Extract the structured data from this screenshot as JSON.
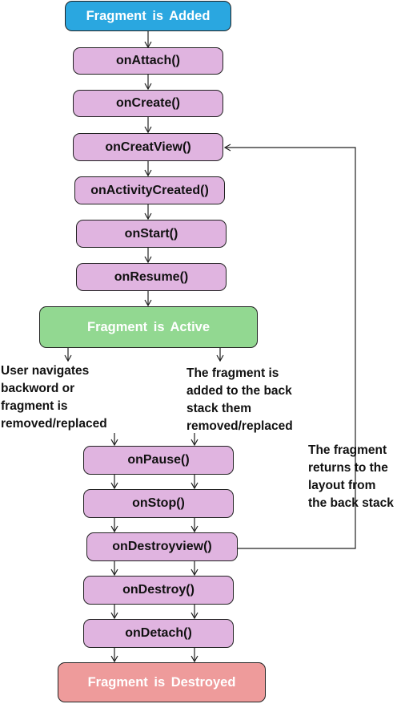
{
  "diagram": {
    "states": {
      "added": "Fragment  is Added",
      "active": "Fragment  is  Active",
      "destroyed": "Fragment  is  Destroyed"
    },
    "callbacks": {
      "on_attach": "onAttach()",
      "on_create": "onCreate()",
      "on_creat_view": "onCreatView()",
      "on_activity_created": "onActivityCreated()",
      "on_start": "onStart()",
      "on_resume": "onResume()",
      "on_pause": "onPause()",
      "on_stop": "onStop()",
      "on_destroy_view": "onDestroyview()",
      "on_destroy": "onDestroy()",
      "on_detach": "onDetach()"
    },
    "notes": {
      "user_navigates": "User navigates\nbackword or\nfragment is\nremoved/replaced",
      "added_to_back_stack": "The fragment is\nadded to the back\nstack them\nremoved/replaced",
      "returns_from_back_stack": "The fragment\nreturns to the\nlayout from\nthe back stack"
    },
    "colors": {
      "added": "#2aa7e0",
      "active": "#92d891",
      "destroyed": "#ee9b9b",
      "callback": "#e0b4e0"
    }
  }
}
